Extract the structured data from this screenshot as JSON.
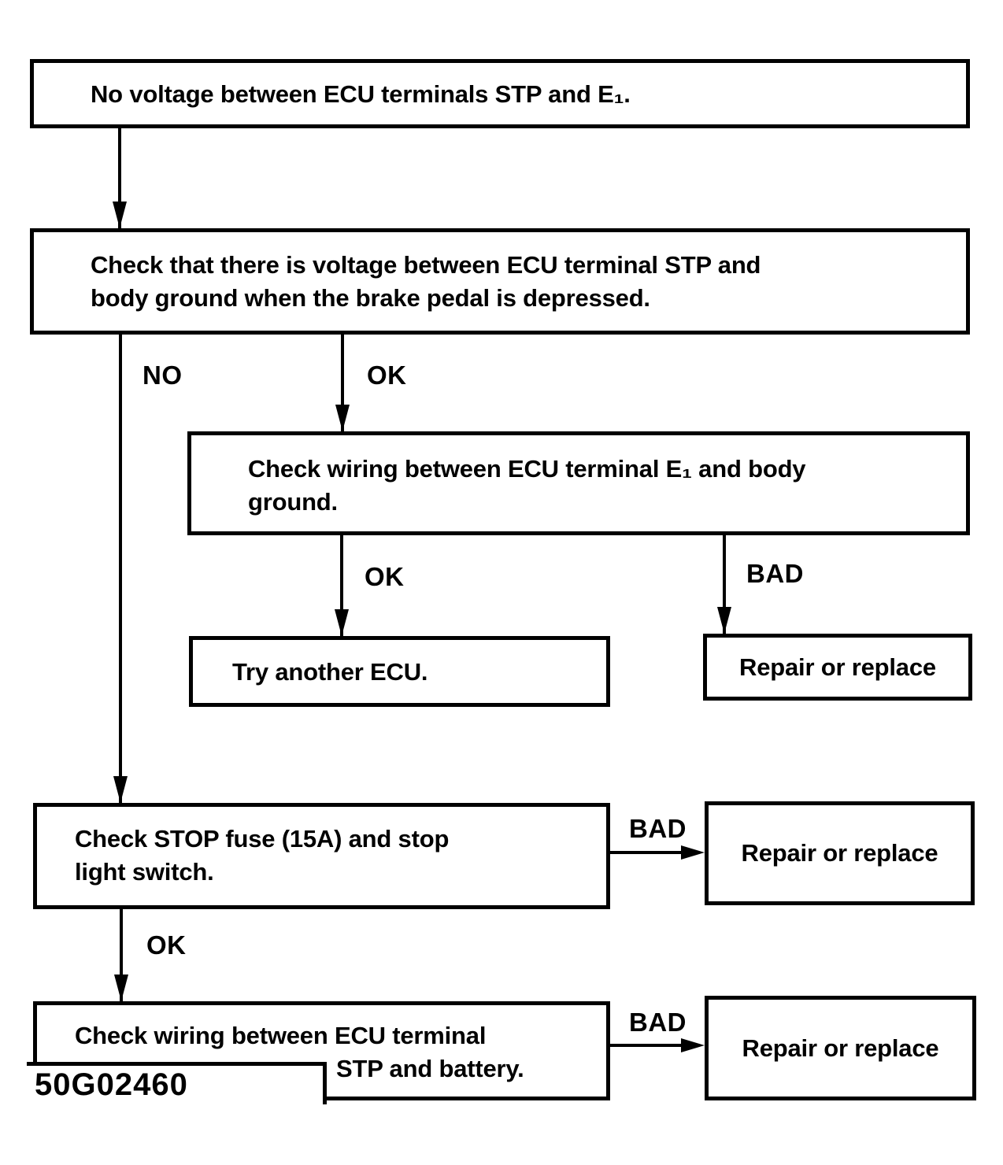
{
  "figure_id": "50G02460",
  "colors": {
    "ink": "#000000",
    "background": "#ffffff"
  },
  "flowchart": {
    "type": "troubleshooting-flowchart",
    "nodes": [
      {
        "id": "no-voltage-stp-e1",
        "lines": [
          "No voltage between ECU terminals STP and E₁."
        ]
      },
      {
        "id": "check-voltage-stp-body-ground",
        "lines": [
          "Check that there is voltage between ECU terminal STP and",
          "body ground when the brake pedal is depressed."
        ]
      },
      {
        "id": "check-wiring-e1-body-ground",
        "lines": [
          "Check wiring between ECU terminal E₁ and body",
          "ground."
        ]
      },
      {
        "id": "try-another-ecu",
        "lines": [
          "Try another ECU."
        ]
      },
      {
        "id": "repair-or-replace-1",
        "lines": [
          "Repair or replace"
        ]
      },
      {
        "id": "check-stop-fuse-light-switch",
        "lines": [
          "Check STOP fuse (15A) and stop",
          "light switch."
        ]
      },
      {
        "id": "repair-or-replace-2",
        "lines": [
          "Repair or replace"
        ]
      },
      {
        "id": "check-wiring-stp-battery",
        "lines": [
          "Check wiring between ECU terminal",
          "STP and battery."
        ]
      },
      {
        "id": "repair-or-replace-3",
        "lines": [
          "Repair or replace"
        ]
      }
    ],
    "edges": [
      {
        "from": "no-voltage-stp-e1",
        "to": "check-voltage-stp-body-ground",
        "label": ""
      },
      {
        "from": "check-voltage-stp-body-ground",
        "to": "check-stop-fuse-light-switch",
        "label": "NO"
      },
      {
        "from": "check-voltage-stp-body-ground",
        "to": "check-wiring-e1-body-ground",
        "label": "OK"
      },
      {
        "from": "check-wiring-e1-body-ground",
        "to": "try-another-ecu",
        "label": "OK"
      },
      {
        "from": "check-wiring-e1-body-ground",
        "to": "repair-or-replace-1",
        "label": "BAD"
      },
      {
        "from": "check-stop-fuse-light-switch",
        "to": "repair-or-replace-2",
        "label": "BAD"
      },
      {
        "from": "check-stop-fuse-light-switch",
        "to": "check-wiring-stp-battery",
        "label": "OK"
      },
      {
        "from": "check-wiring-stp-battery",
        "to": "repair-or-replace-3",
        "label": "BAD"
      }
    ]
  }
}
